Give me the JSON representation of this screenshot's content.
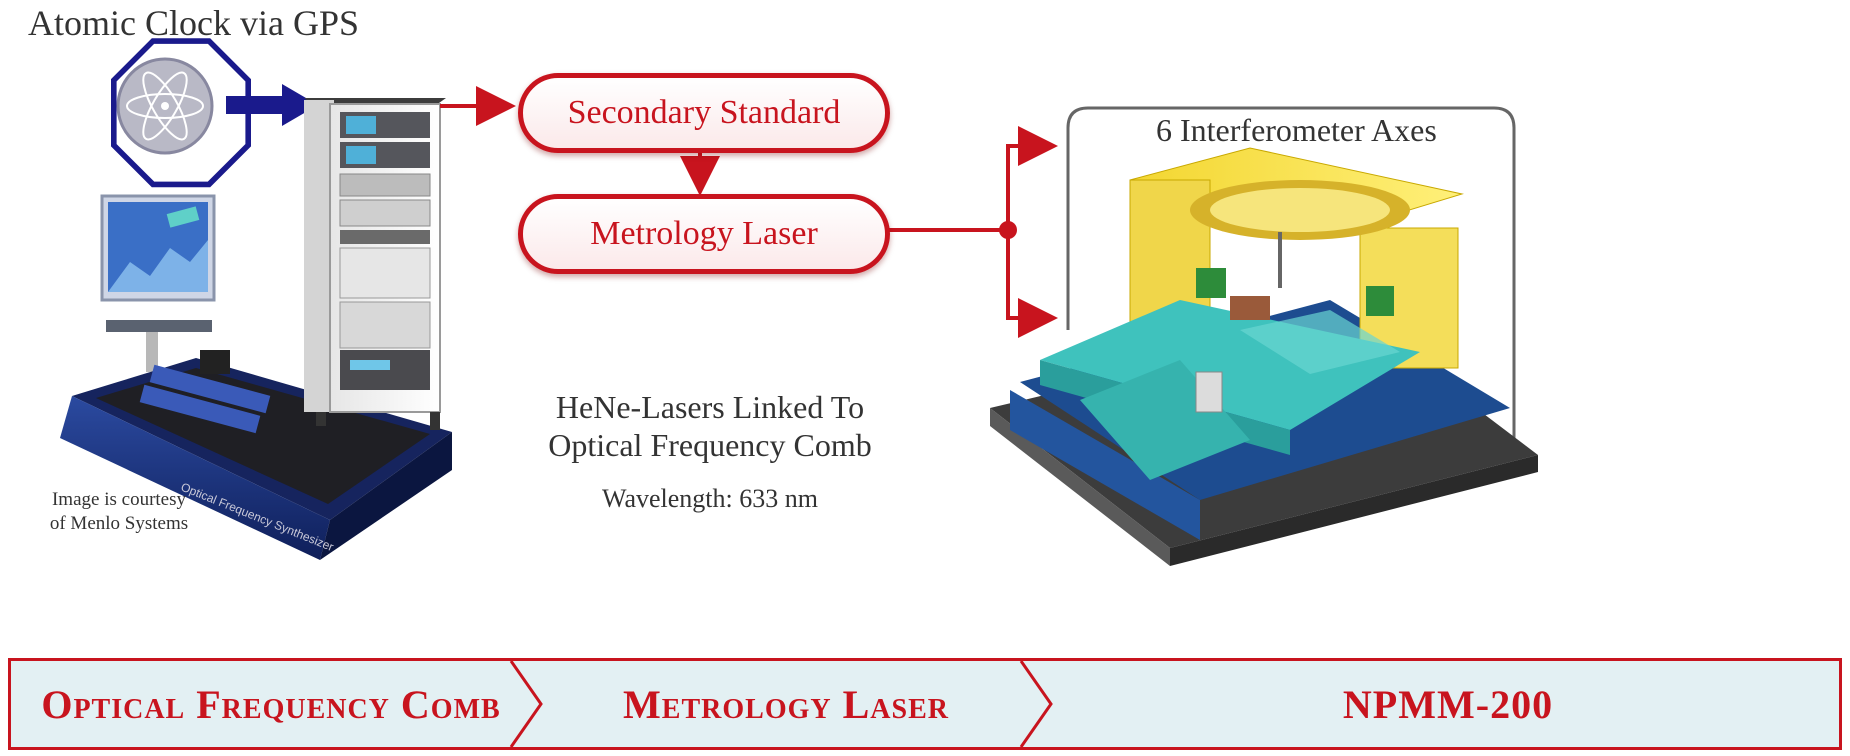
{
  "title": "Atomic Clock via GPS",
  "boxes": {
    "secondary": "Secondary Standard",
    "metrology": "Metrology Laser"
  },
  "interferometer_label": "6 Interferometer Axes",
  "hene": {
    "line1": "HeNe-Lasers Linked To",
    "line2": "Optical Frequency Comb"
  },
  "wavelength": "Wavelength: 633 nm",
  "courtesy": {
    "line1": "Image is courtesy",
    "line2": "of Menlo Systems"
  },
  "banner": {
    "segment1": "Optical Frequency Comb",
    "segment2": "Metrology Laser",
    "segment3": "NPMM-200"
  },
  "colors": {
    "accent_red": "#c8141e",
    "gps_blue": "#1a1a8c",
    "banner_bg": "#e3f0f3"
  }
}
